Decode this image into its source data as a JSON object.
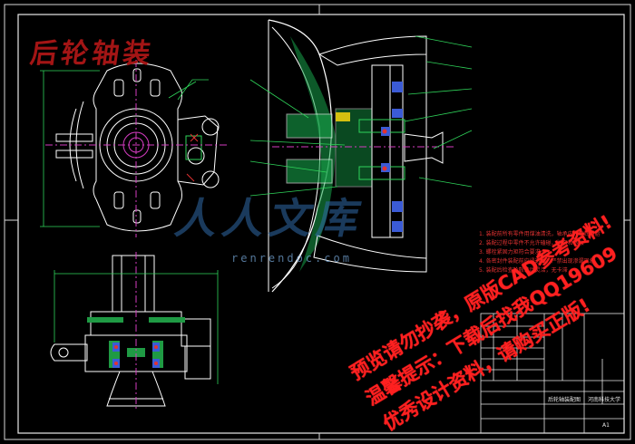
{
  "drawing": {
    "title": "后轮轴装",
    "watermark_logo": "人人文库",
    "watermark_url": "renrendoc.com",
    "tech_notes": [
      "1. 装配前所有零件用煤油清洗，轴承内充填润滑脂",
      "2. 装配过程中零件不允许磕碰、划伤和锈蚀",
      "3. 螺栓紧固力矩符合要求",
      "4. 各密封件装配前应浸透油，严禁出现渗漏现象",
      "5. 装配后检查轮毂转动灵活，无卡滞"
    ],
    "promo_lines": [
      "预览请勿抄袭，原版CAD参考资料!",
      "温馨提示：下载后找我QQ19609",
      "优秀设计资料，请购买正版!"
    ],
    "title_block": {
      "drawing_name": "后轮轴装配图",
      "school": "河南科技大学",
      "sheet": "A1"
    }
  },
  "colors": {
    "background": "#000000",
    "outline": "#ffffff",
    "hatch": "#17a24a",
    "green_lines": "#2fd45a",
    "accent_blue": "#3b5bd6",
    "accent_magenta": "#d43cc0",
    "accent_red": "#e23232",
    "title_red": "#a31515"
  }
}
